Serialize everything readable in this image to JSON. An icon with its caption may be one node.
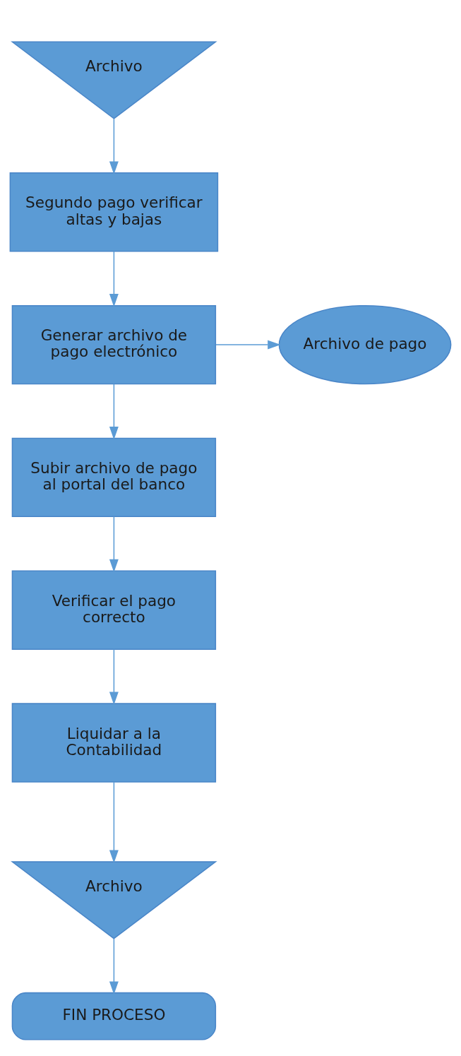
{
  "diagram": {
    "nodes": [
      {
        "text": [
          "Archivo"
        ]
      },
      {
        "text": [
          "Segundo pago verificar altas y bajas"
        ]
      },
      {
        "text": [
          "Generar archivo de pago electrónico"
        ]
      },
      {
        "text": [
          "Archivo de pago"
        ]
      },
      {
        "text": [
          "Subir archivo de pago al portal del banco"
        ]
      },
      {
        "text": [
          "Verificar el pago correcto"
        ]
      },
      {
        "text": [
          "Liquidar a la Contabilidad"
        ]
      },
      {
        "text": [
          "Archivo"
        ]
      },
      {
        "text": [
          "FIN PROCESO"
        ]
      }
    ],
    "edges": [
      {
        "from": 0,
        "to": 1,
        "arrow": "to"
      },
      {
        "from": 1,
        "to": 2,
        "arrow": "to"
      },
      {
        "from": 2,
        "to": 3,
        "arrow": "to"
      },
      {
        "from": 2,
        "to": 4,
        "arrow": "to"
      },
      {
        "from": 4,
        "to": 5,
        "arrow": "to"
      },
      {
        "from": 5,
        "to": 6,
        "arrow": "to"
      },
      {
        "from": 6,
        "to": 7,
        "arrow": "to"
      },
      {
        "from": 7,
        "to": 8,
        "arrow": "to"
      }
    ]
  }
}
